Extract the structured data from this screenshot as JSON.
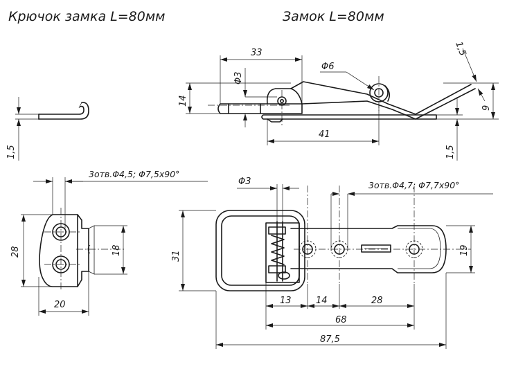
{
  "titles": {
    "hook": "Крючок замка L=80мм",
    "lock": "Замок L=80мм"
  },
  "notes": {
    "hook_holes": "3отв.Φ4,5; Φ7,5x90°",
    "lock_holes": "3отв.Φ4,7; Φ7,7x90°"
  },
  "dimensions": {
    "hook_thickness": "1,5",
    "hook_height": "28",
    "hook_tab": "18",
    "hook_width": "20",
    "side_length": "33",
    "side_pin": "Φ3",
    "side_hole": "Φ6",
    "side_height": "14",
    "side_base": "41",
    "side_sheet": "1,5",
    "side_tip": "1,5",
    "side_rise": "9",
    "top_pin": "Φ3",
    "top_height": "31",
    "top_tongue": "19",
    "top_a": "13",
    "top_b": "14",
    "top_c": "28",
    "top_d": "68",
    "top_total": "87,5"
  }
}
